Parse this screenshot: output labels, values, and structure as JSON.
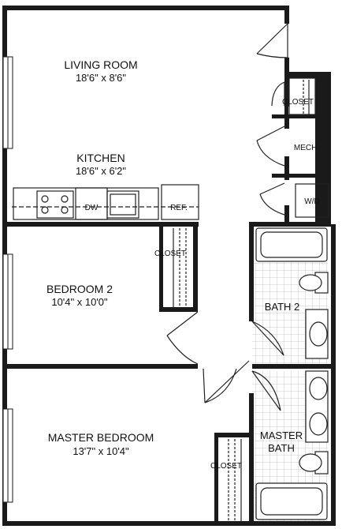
{
  "rooms": {
    "living_room": {
      "name": "LIVING ROOM",
      "dims": "18'6\" x 8'6\""
    },
    "kitchen": {
      "name": "KITCHEN",
      "dims": "18'6\" x 6'2\""
    },
    "bedroom2": {
      "name": "BEDROOM 2",
      "dims": "10'4\" x 10'0\""
    },
    "master_bedroom": {
      "name": "MASTER BEDROOM",
      "dims": "13'7\" x 10'4\""
    },
    "bath2": {
      "name": "BATH 2"
    },
    "master_bath": {
      "name_line1": "MASTER",
      "name_line2": "BATH"
    }
  },
  "fixtures": {
    "closet_hall": "CLOSET",
    "closet_bedroom2": "CLOSET",
    "closet_master": "CLOSET",
    "mech": "MECH.",
    "washer_dryer": "W/D",
    "dishwasher": "DW",
    "refrigerator": "REF."
  },
  "colors": {
    "wall": "#1a1a1a",
    "line": "#222222",
    "tile": "#cccccc"
  }
}
